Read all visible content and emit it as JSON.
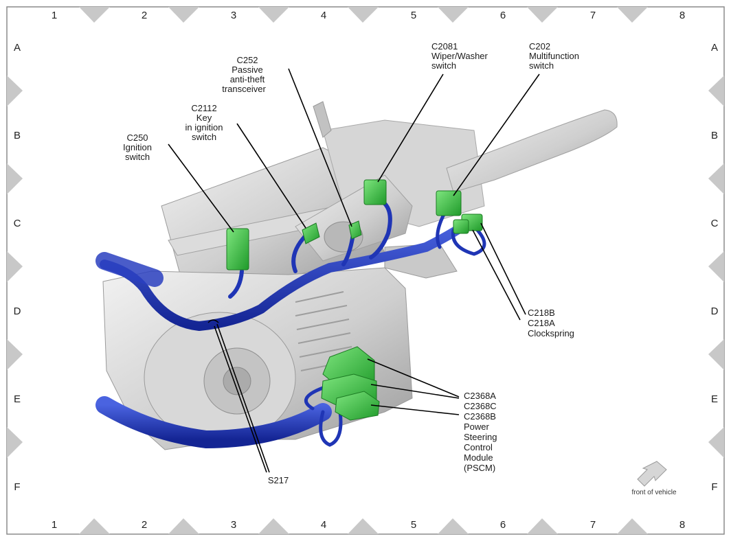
{
  "grid": {
    "columns": [
      "1",
      "2",
      "3",
      "4",
      "5",
      "6",
      "7",
      "8"
    ],
    "rows": [
      "A",
      "B",
      "C",
      "D",
      "E",
      "F"
    ]
  },
  "callouts": {
    "c250": {
      "line1": "C250",
      "line2": "Ignition",
      "line3": "switch"
    },
    "c2112": {
      "line1": "C2112",
      "line2": "Key",
      "line3": "in ignition",
      "line4": "switch"
    },
    "c252": {
      "line1": "C252",
      "line2": "Passive",
      "line3": "anti-theft",
      "line4": "transceiver"
    },
    "c2081": {
      "line1": "C2081",
      "line2": "Wiper/Washer",
      "line3": "switch"
    },
    "c202": {
      "line1": "C202",
      "line2": "Multifunction",
      "line3": "switch"
    },
    "c218": {
      "line1": "C218B",
      "line2": "C218A",
      "line3": "Clockspring"
    },
    "c2368": {
      "line1": "C2368A",
      "line2": "C2368C",
      "line3": "C2368B",
      "line4": "Power",
      "line5": "Steering",
      "line6": "Control",
      "line7": "Module",
      "line8": "(PSCM)"
    },
    "s217": {
      "line1": "S217"
    }
  },
  "orientation": {
    "label": "front of vehicle"
  },
  "colors": {
    "connector": "#3cc43c",
    "harness": "#1a2fb0",
    "housing": "#cfcfcf",
    "border": "#8a8a8a"
  }
}
